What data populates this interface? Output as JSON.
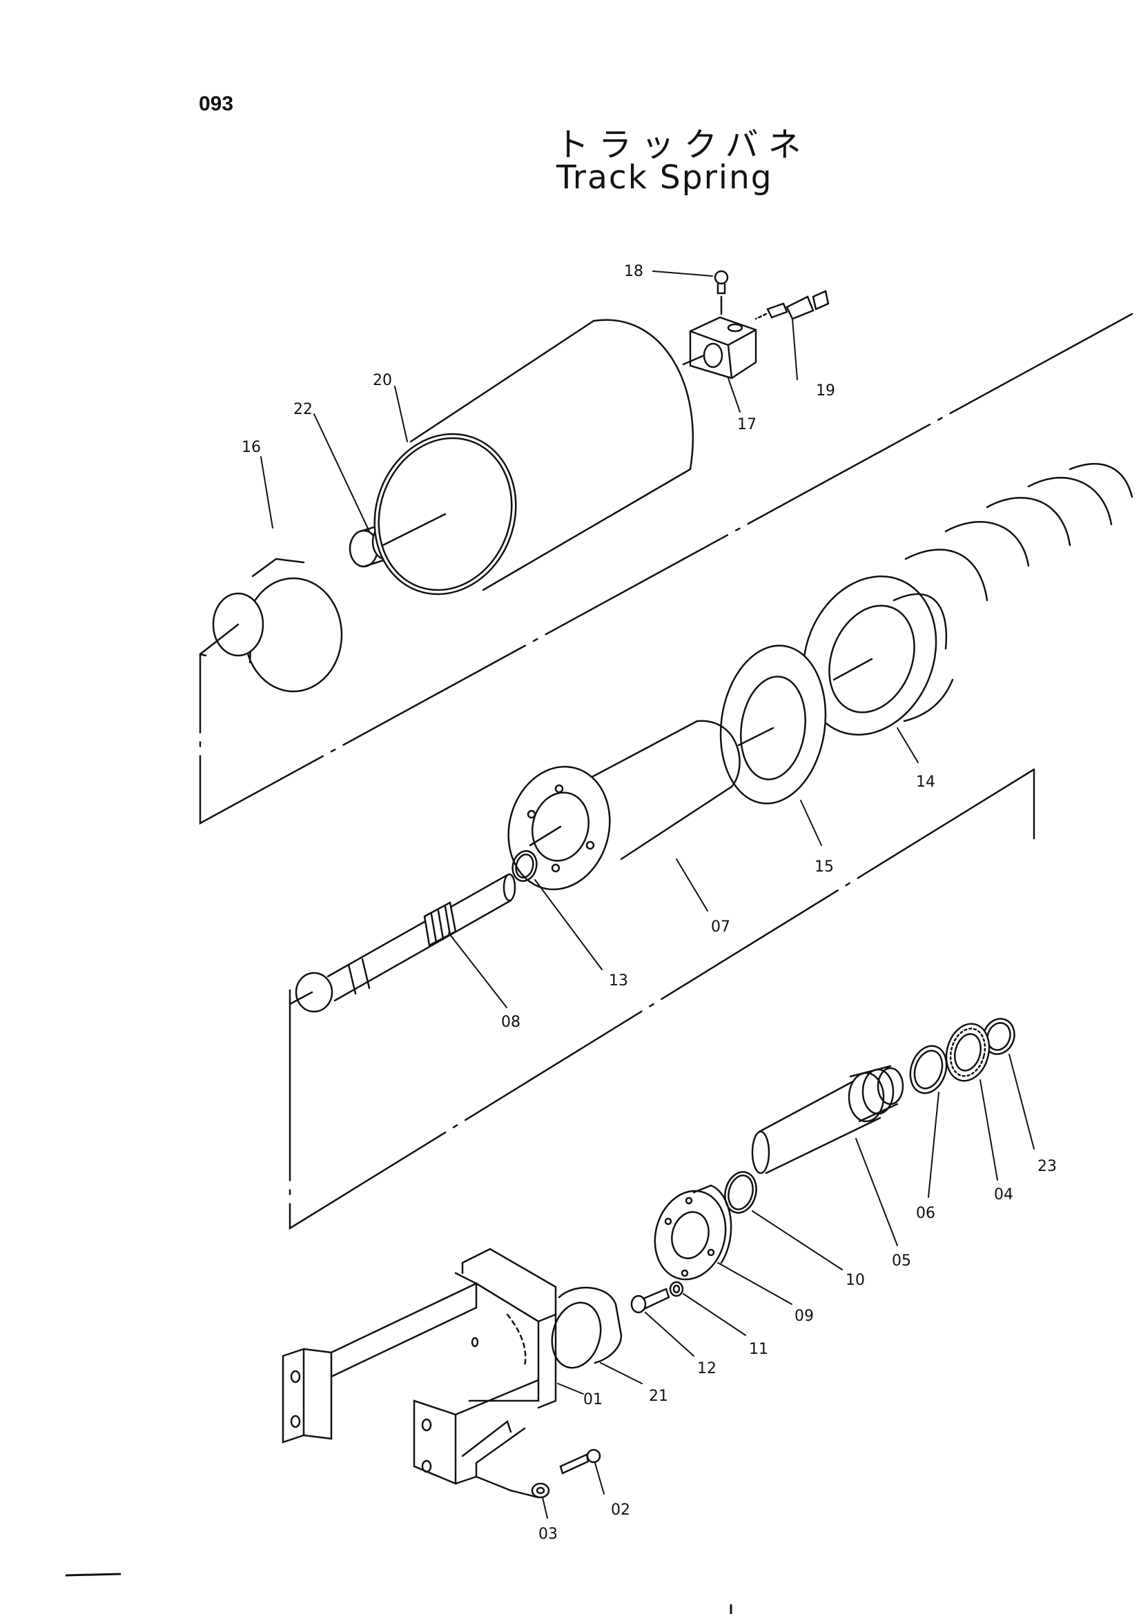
{
  "page": {
    "number": "093"
  },
  "title": {
    "japanese": "トラックバネ",
    "english": "Track Spring"
  },
  "parts": [
    "01",
    "02",
    "03",
    "04",
    "05",
    "06",
    "07",
    "08",
    "09",
    "10",
    "11",
    "12",
    "13",
    "14",
    "15",
    "16",
    "17",
    "18",
    "19",
    "20",
    "21",
    "22",
    "23"
  ],
  "colors": {
    "ink": "#111111",
    "paper": "#ffffff",
    "fill": "#ffffff"
  }
}
